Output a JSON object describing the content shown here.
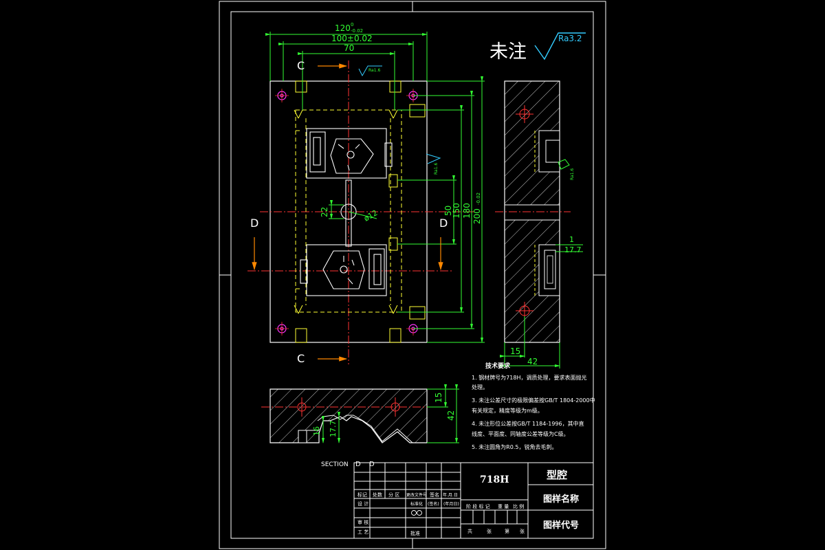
{
  "colors": {
    "background": "#000000",
    "outline": "#ffffff",
    "dimension": "#33ff33",
    "center_line": "#ff3333",
    "hidden": "#ffff33",
    "magenta": "#ff33ff",
    "cyan": "#33ccff",
    "blue": "#3399ff"
  },
  "note": {
    "text": "未注",
    "roughness": "Ra3.2"
  },
  "plan_view": {
    "section_label_c": "C",
    "section_label_d": "D",
    "dim_width_120": "120",
    "dim_width_120_tol_upper": "0",
    "dim_width_120_tol_lower": "-0.02",
    "dim_width_100": "100±0.02",
    "dim_width_70": "70",
    "dim_height_50": "50",
    "dim_height_150": "150",
    "dim_height_180": "180",
    "dim_height_200": "200",
    "dim_height_200_tol": "-0.02",
    "dim_22": "22",
    "dim_dia12": "ø12",
    "roughness_small": "Ra1.6"
  },
  "side_view": {
    "dim_1": "1",
    "dim_17_7": "17.7",
    "dim_15": "15",
    "dim_42": "42"
  },
  "section_view": {
    "label": "SECTION",
    "label_d1": "D",
    "label_d2": "D",
    "dim_15": "15",
    "dim_42": "42",
    "dim_16": "16",
    "dim_17_7": "17.7"
  },
  "tech_requirements": {
    "title": "技术要求",
    "lines": [
      "1. 钢材牌号为718H，调质处理，要求表面抛光",
      "   处理。",
      "3. 未注公差尺寸的极限偏差按GB/T 1804-2000中",
      "   有关规定，精度等级为m级。",
      "4. 未注形位公差按GB/T 1184-1996，其中直",
      "   线度、平面度、同轴度公差等级为C级。",
      "5. 未注圆角为R0.5，锐角去毛刺。"
    ]
  },
  "title_block": {
    "material": "718H",
    "part_name": "型腔",
    "drawing_name_label": "图样名称",
    "drawing_code_label": "图样代号",
    "header_cells": [
      "标记",
      "处数",
      "分 区",
      "更改文件号",
      "签名",
      "年.月.日"
    ],
    "row_labels": [
      "设 计",
      "审 核",
      "工 艺"
    ],
    "std_label": "标准化",
    "sign_label": "(签名)",
    "date_label": "(年月日)",
    "approve_label": "批准",
    "stage_labels": [
      "阶 段 标 记",
      "重 量",
      "比 例"
    ],
    "sheet_labels": [
      "共",
      "张",
      "第",
      "张"
    ]
  }
}
